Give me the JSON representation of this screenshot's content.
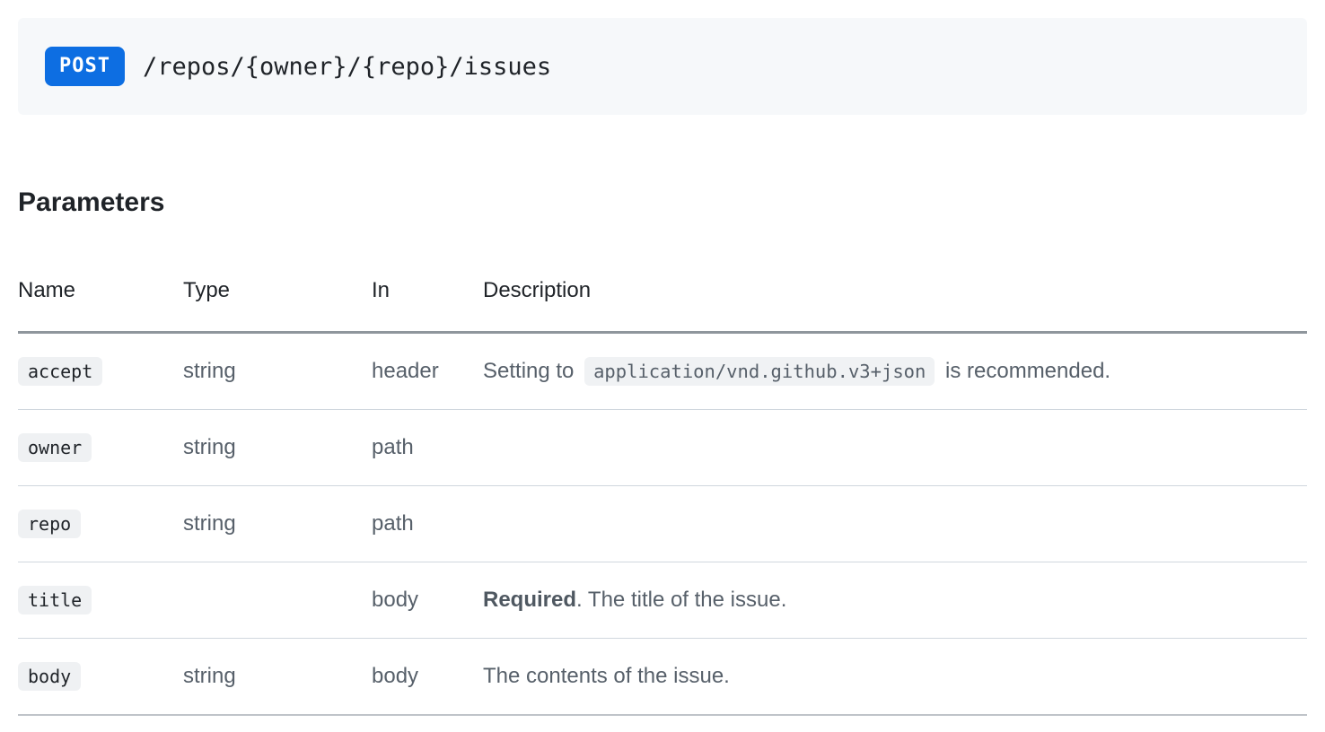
{
  "endpoint": {
    "method": "POST",
    "path": "/repos/{owner}/{repo}/issues"
  },
  "parameters": {
    "heading": "Parameters",
    "columns": [
      "Name",
      "Type",
      "In",
      "Description"
    ],
    "rows": [
      {
        "name": "accept",
        "type": "string",
        "in": "header",
        "description": [
          {
            "kind": "text",
            "value": "Setting to "
          },
          {
            "kind": "code",
            "value": "application/vnd.github.v3+json"
          },
          {
            "kind": "text",
            "value": " is recommended."
          }
        ]
      },
      {
        "name": "owner",
        "type": "string",
        "in": "path",
        "description": []
      },
      {
        "name": "repo",
        "type": "string",
        "in": "path",
        "description": []
      },
      {
        "name": "title",
        "type": "",
        "in": "body",
        "description": [
          {
            "kind": "bold",
            "value": "Required"
          },
          {
            "kind": "text",
            "value": ". The title of the issue."
          }
        ]
      },
      {
        "name": "body",
        "type": "string",
        "in": "body",
        "description": [
          {
            "kind": "text",
            "value": "The contents of the issue."
          }
        ]
      }
    ]
  },
  "colors": {
    "method_badge_background": "#0d6ee2",
    "endpoint_box_background": "#f6f8fa",
    "text_dark": "#1f2328",
    "text_gray": "#57606a",
    "chip_background": "#eff1f3",
    "header_border": "#8f969c",
    "row_border": "#d0d7de"
  }
}
